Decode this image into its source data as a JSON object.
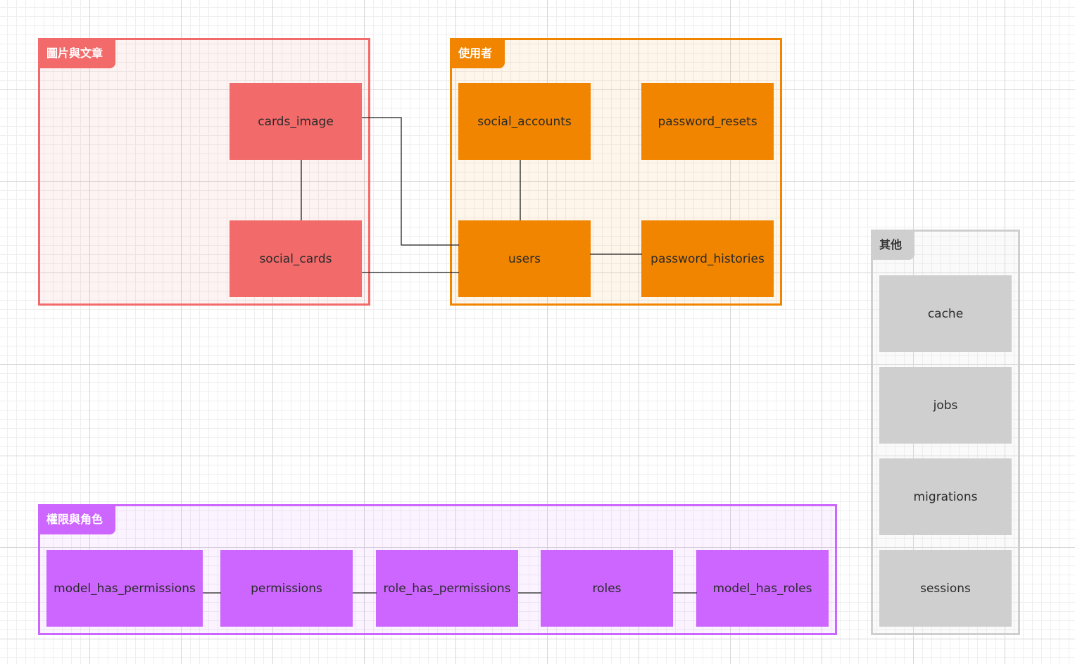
{
  "diagram": {
    "groups": {
      "images_articles": {
        "label": "圖片與文章",
        "color": "#f26a6a"
      },
      "users": {
        "label": "使用者",
        "color": "#f28500"
      },
      "permissions_roles": {
        "label": "權限與角色",
        "color": "#cc66ff"
      },
      "others": {
        "label": "其他",
        "color": "#cfcfcf"
      }
    },
    "tables": {
      "cards_image": "cards_image",
      "social_cards": "social_cards",
      "social_accounts": "social_accounts",
      "password_resets": "password_resets",
      "users": "users",
      "password_histories": "password_histories",
      "model_has_permissions": "model_has_permissions",
      "permissions": "permissions",
      "role_has_permissions": "role_has_permissions",
      "roles": "roles",
      "model_has_roles": "model_has_roles",
      "cache": "cache",
      "jobs": "jobs",
      "migrations": "migrations",
      "sessions": "sessions"
    },
    "connections": [
      [
        "cards_image",
        "social_cards"
      ],
      [
        "cards_image",
        "users"
      ],
      [
        "social_cards",
        "users"
      ],
      [
        "social_accounts",
        "users"
      ],
      [
        "users",
        "password_histories"
      ],
      [
        "model_has_permissions",
        "permissions"
      ],
      [
        "permissions",
        "role_has_permissions"
      ],
      [
        "role_has_permissions",
        "roles"
      ],
      [
        "roles",
        "model_has_roles"
      ]
    ]
  }
}
